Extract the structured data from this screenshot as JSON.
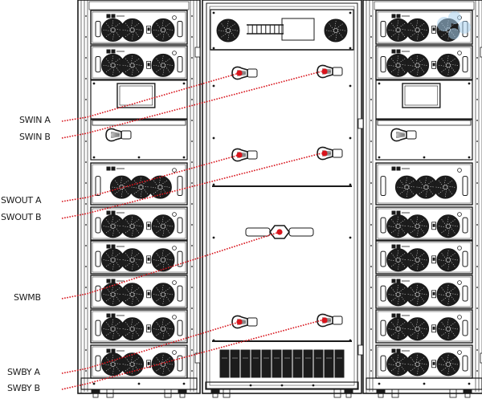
{
  "diagram": {
    "type": "ups-cabinet-front-view",
    "cabinets": [
      {
        "id": "left",
        "role": "power-module-cabinet",
        "units": [
          "fan-module",
          "fan-module",
          "display-panel",
          "switch-panel",
          "fan-module",
          "fan-module",
          "fan-module",
          "fan-module",
          "fan-module",
          "fan-module"
        ]
      },
      {
        "id": "center",
        "role": "switch-cabinet",
        "units": [
          "control-panel",
          "swin-row",
          "swout-row",
          "swmb-row",
          "swby-row",
          "breaker-panel"
        ]
      },
      {
        "id": "right",
        "role": "power-module-cabinet",
        "units": [
          "fan-module",
          "fan-module",
          "display-panel",
          "switch-panel",
          "fan-module",
          "fan-module",
          "fan-module",
          "fan-module",
          "fan-module",
          "fan-module"
        ]
      }
    ],
    "switch_labels": [
      {
        "key": "swin_a",
        "label": "SWIN A",
        "target": "center-upper-left-switch"
      },
      {
        "key": "swin_b",
        "label": "SWIN B",
        "target": "center-upper-right-switch"
      },
      {
        "key": "swout_a",
        "label": "SWOUT A",
        "target": "center-mid-left-switch"
      },
      {
        "key": "swout_b",
        "label": "SWOUT B",
        "target": "center-mid-right-switch"
      },
      {
        "key": "swmb",
        "label": "SWMB",
        "target": "center-maintenance-bypass-switch"
      },
      {
        "key": "swby_a",
        "label": "SWBY A",
        "target": "center-lower-left-switch"
      },
      {
        "key": "swby_b",
        "label": "SWBY B",
        "target": "center-lower-right-switch"
      }
    ],
    "colors": {
      "leader": "#d8141c",
      "line": "#1a1a1a",
      "fan": "#1c1c1c",
      "background": "#ffffff",
      "watermark": "#a9d0ee"
    }
  }
}
